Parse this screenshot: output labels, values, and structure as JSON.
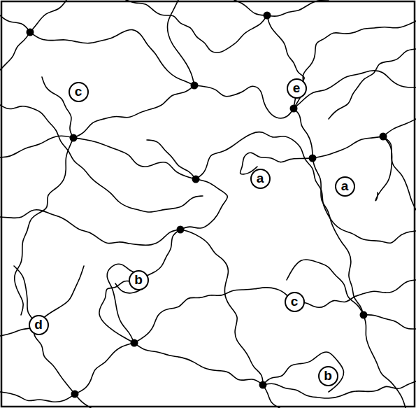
{
  "diagram": {
    "nodes": [
      {
        "text": [
          "c"
        ]
      },
      {
        "text": [
          "e"
        ]
      },
      {
        "text": [
          "a"
        ]
      },
      {
        "text": [
          "a"
        ]
      },
      {
        "text": [
          "b"
        ]
      },
      {
        "text": [
          "c"
        ]
      },
      {
        "text": [
          "d"
        ]
      },
      {
        "text": [
          "b"
        ]
      }
    ]
  }
}
